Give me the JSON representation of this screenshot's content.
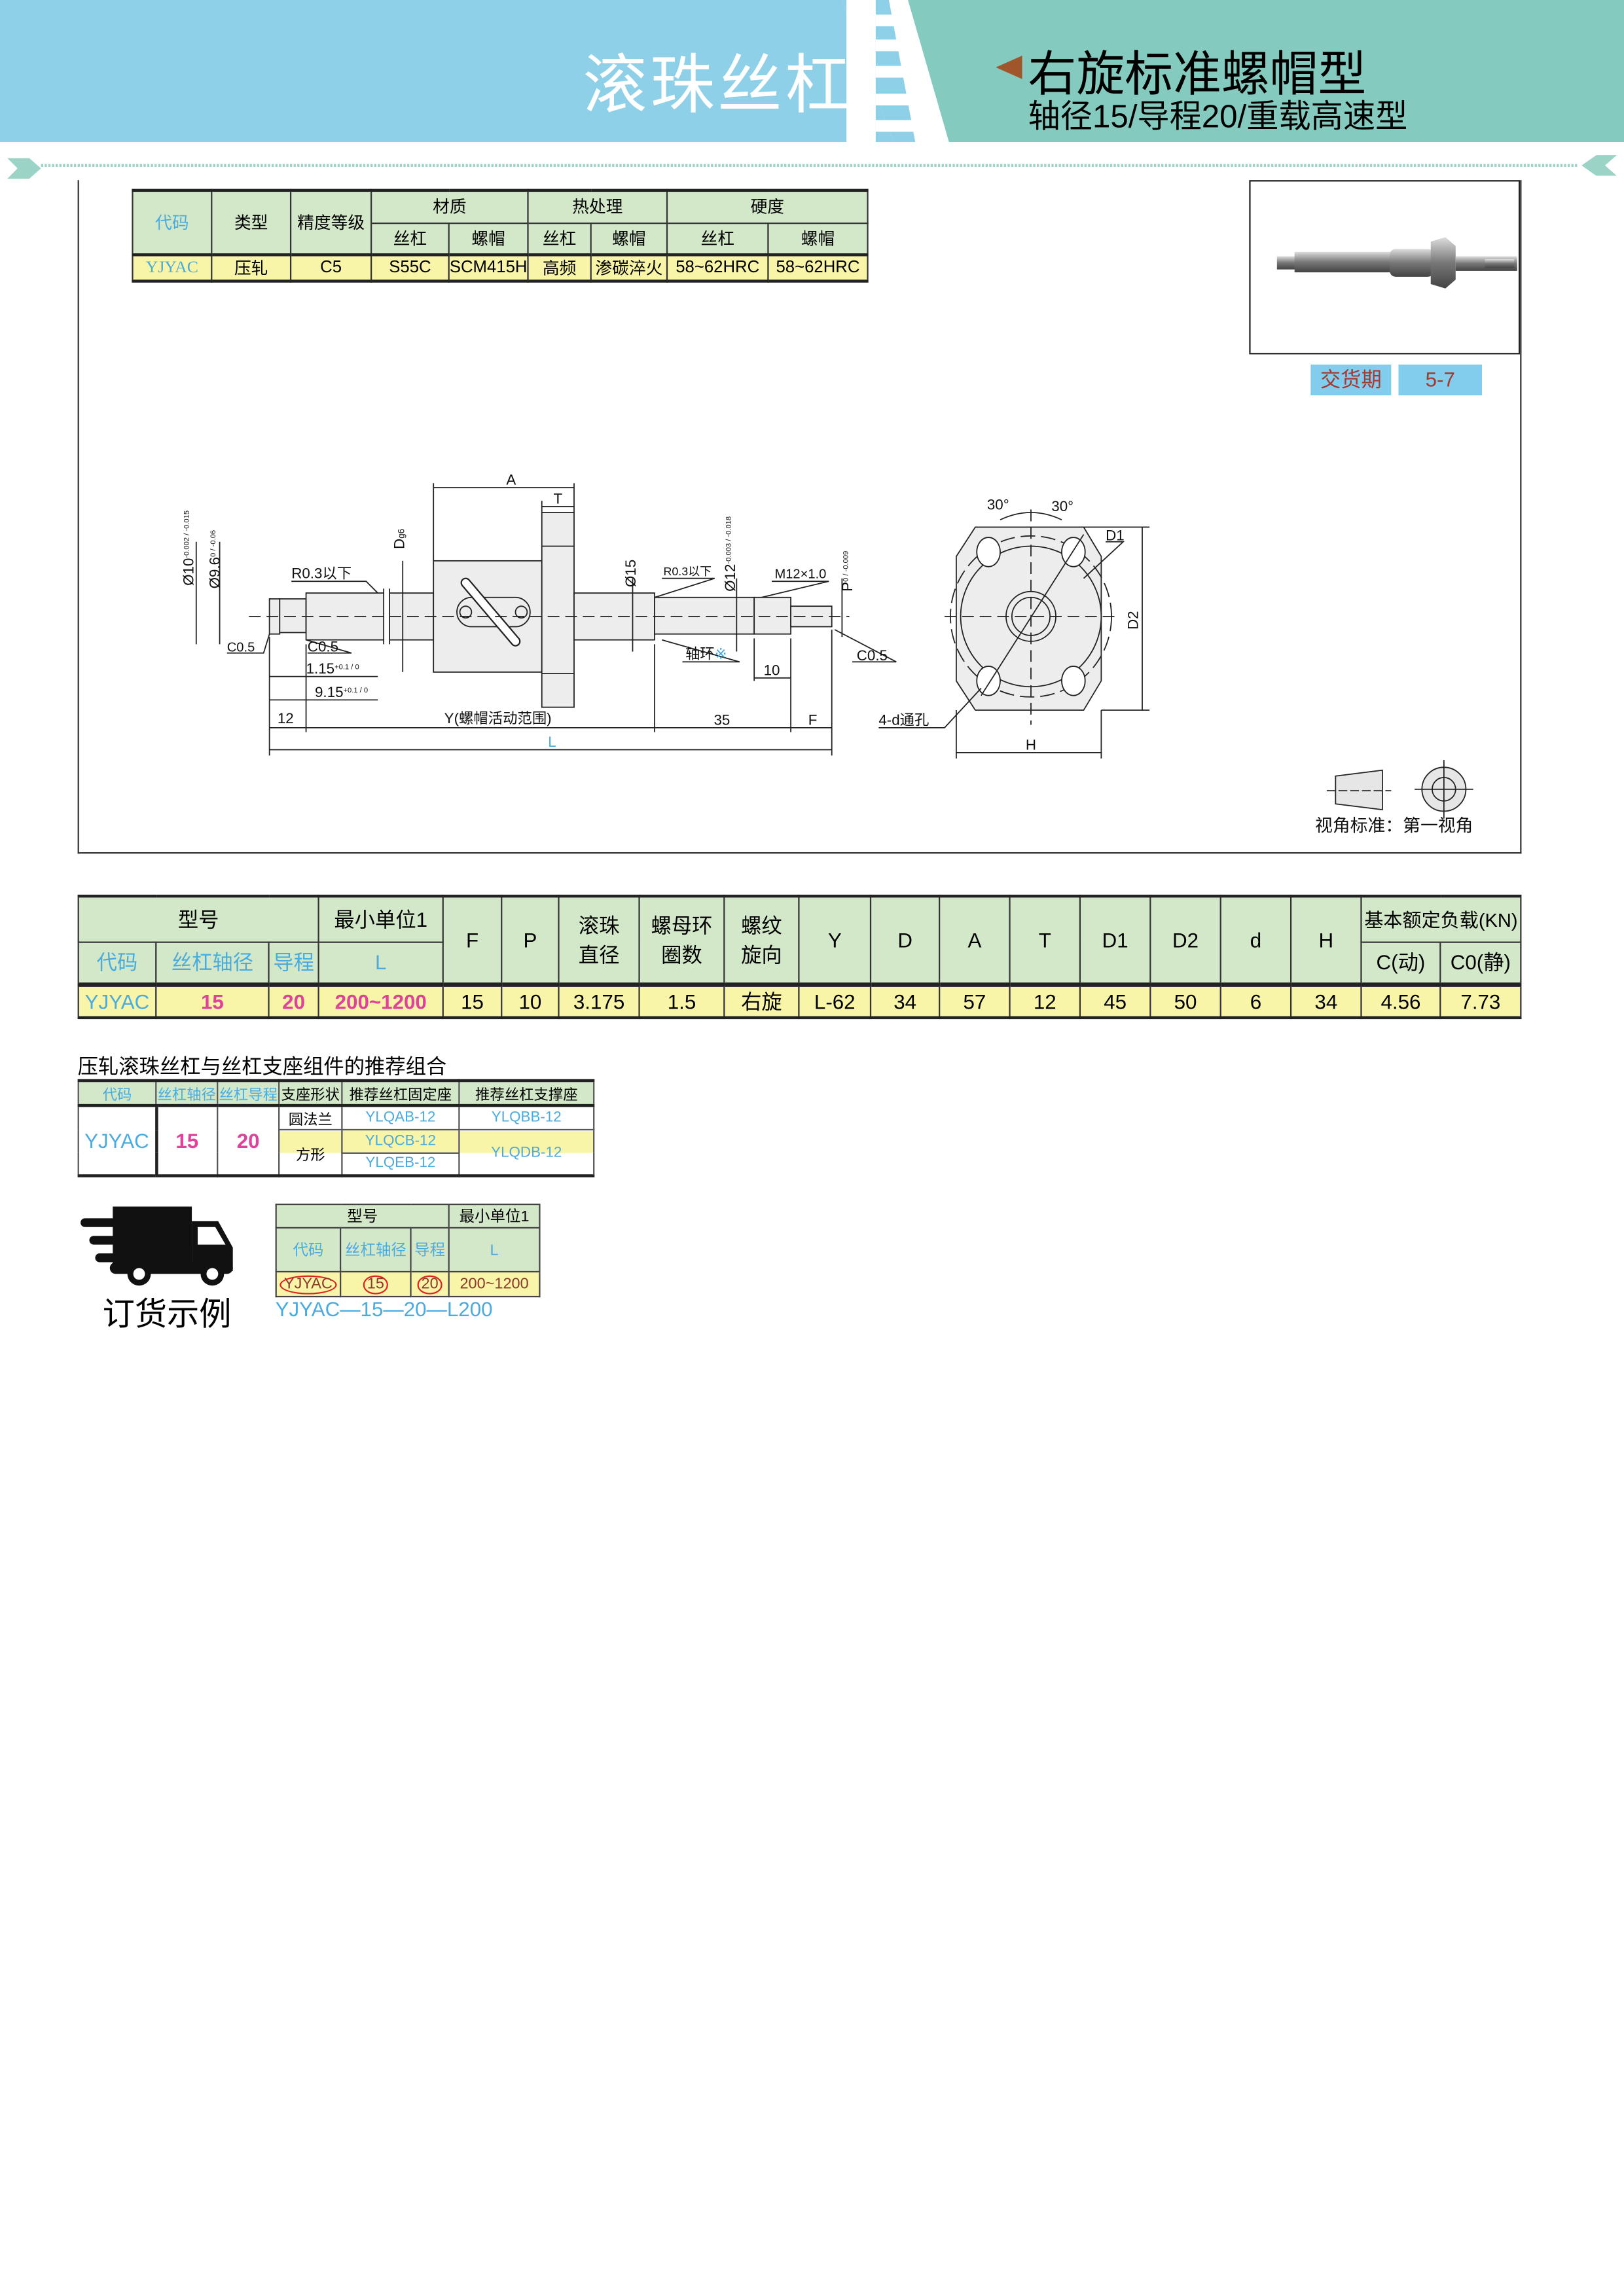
{
  "header": {
    "category_title": "滚珠丝杠",
    "product_title": "右旋标准螺帽型",
    "product_subtitle": "轴径15/导程20/重载高速型",
    "colors": {
      "left_band": "#8DD0E7",
      "right_band": "#85CABF",
      "arrow": "#A0552A"
    }
  },
  "material_table": {
    "headers": {
      "code": "代码",
      "type": "类型",
      "precision": "精度等级",
      "material": "材质",
      "heat": "热处理",
      "hardness": "硬度",
      "screw": "丝杠",
      "nut": "螺帽"
    },
    "row": {
      "code": "YJYAC",
      "type": "压轧",
      "precision": "C5",
      "mat_screw": "S55C",
      "mat_nut": "SCM415H",
      "heat_screw": "高频",
      "heat_nut": "渗碳淬火",
      "hard_screw": "58~62HRC",
      "hard_nut": "58~62HRC"
    }
  },
  "delivery": {
    "label": "交货期",
    "value": "5-7"
  },
  "drawing": {
    "A": "A",
    "T": "T",
    "D": "D",
    "g6": "g6",
    "d10": "Ø10",
    "d10_tol": "-0.002 / -0.015",
    "d96": "Ø9.6",
    "d96_tol": "0 / -0.06",
    "r03": "R0.3以下",
    "c05": "C0.5",
    "w115": "1.15",
    "w915": "9.15",
    "tol01": "+0.1 / 0",
    "d15": "Ø15",
    "d12": "Ø12",
    "d12_tol": "-0.003 / -0.018",
    "m12": "M12×1.0",
    "P": "P",
    "p_tol": "0 / -0.009",
    "collar": "轴环",
    "collar_mark": "※",
    "ten": "10",
    "twelve": "12",
    "Y": "Y(螺帽活动范围)",
    "thirty_five": "35",
    "F": "F",
    "L": "L",
    "angle": "30°",
    "D1": "D1",
    "D2": "D2",
    "holes": "4-d通孔",
    "H": "H",
    "view_standard": "视角标准：第一视角"
  },
  "spec_table": {
    "headers": {
      "model": "型号",
      "min_unit": "最小单位1",
      "F": "F",
      "P": "P",
      "ball": "滚珠直径",
      "rings": "螺母环圈数",
      "direction": "螺纹旋向",
      "Y": "Y",
      "D": "D",
      "A": "A",
      "T": "T",
      "D1": "D1",
      "D2": "D2",
      "d": "d",
      "H": "H",
      "load": "基本额定负载(KN)",
      "code": "代码",
      "shaft": "丝杠轴径",
      "lead": "导程",
      "L": "L",
      "C": "C(动)",
      "C0": "C0(静)"
    },
    "row": {
      "code": "YJYAC",
      "shaft": "15",
      "lead": "20",
      "L": "200~1200",
      "F": "15",
      "P": "10",
      "ball": "3.175",
      "rings": "1.5",
      "direction": "右旋",
      "Y": "L-62",
      "D": "34",
      "A": "57",
      "T": "12",
      "D1": "45",
      "D2": "50",
      "d": "6",
      "H": "34",
      "C": "4.56",
      "C0": "7.73"
    }
  },
  "combo": {
    "title": "压轧滚珠丝杠与丝杠支座组件的推荐组合",
    "headers": {
      "code": "代码",
      "shaft": "丝杠轴径",
      "lead": "丝杠导程",
      "shape": "支座形状",
      "fixed": "推荐丝杠固定座",
      "support": "推荐丝杠支撑座"
    },
    "code": "YJYAC",
    "shaft": "15",
    "lead": "20",
    "shapes": [
      "圆法兰",
      "方形"
    ],
    "fixed": [
      "YLQAB-12",
      "YLQCB-12",
      "YLQEB-12"
    ],
    "support": [
      "YLQBB-12",
      "YLQDB-12"
    ]
  },
  "order": {
    "label": "订货示例",
    "headers": {
      "model": "型号",
      "min_unit": "最小单位1",
      "code": "代码",
      "shaft": "丝杠轴径",
      "lead": "导程",
      "L": "L"
    },
    "row": {
      "code": "YJYAC",
      "shaft": "15",
      "lead": "20",
      "L": "200~1200"
    },
    "example": "YJYAC—15—20—L200"
  }
}
